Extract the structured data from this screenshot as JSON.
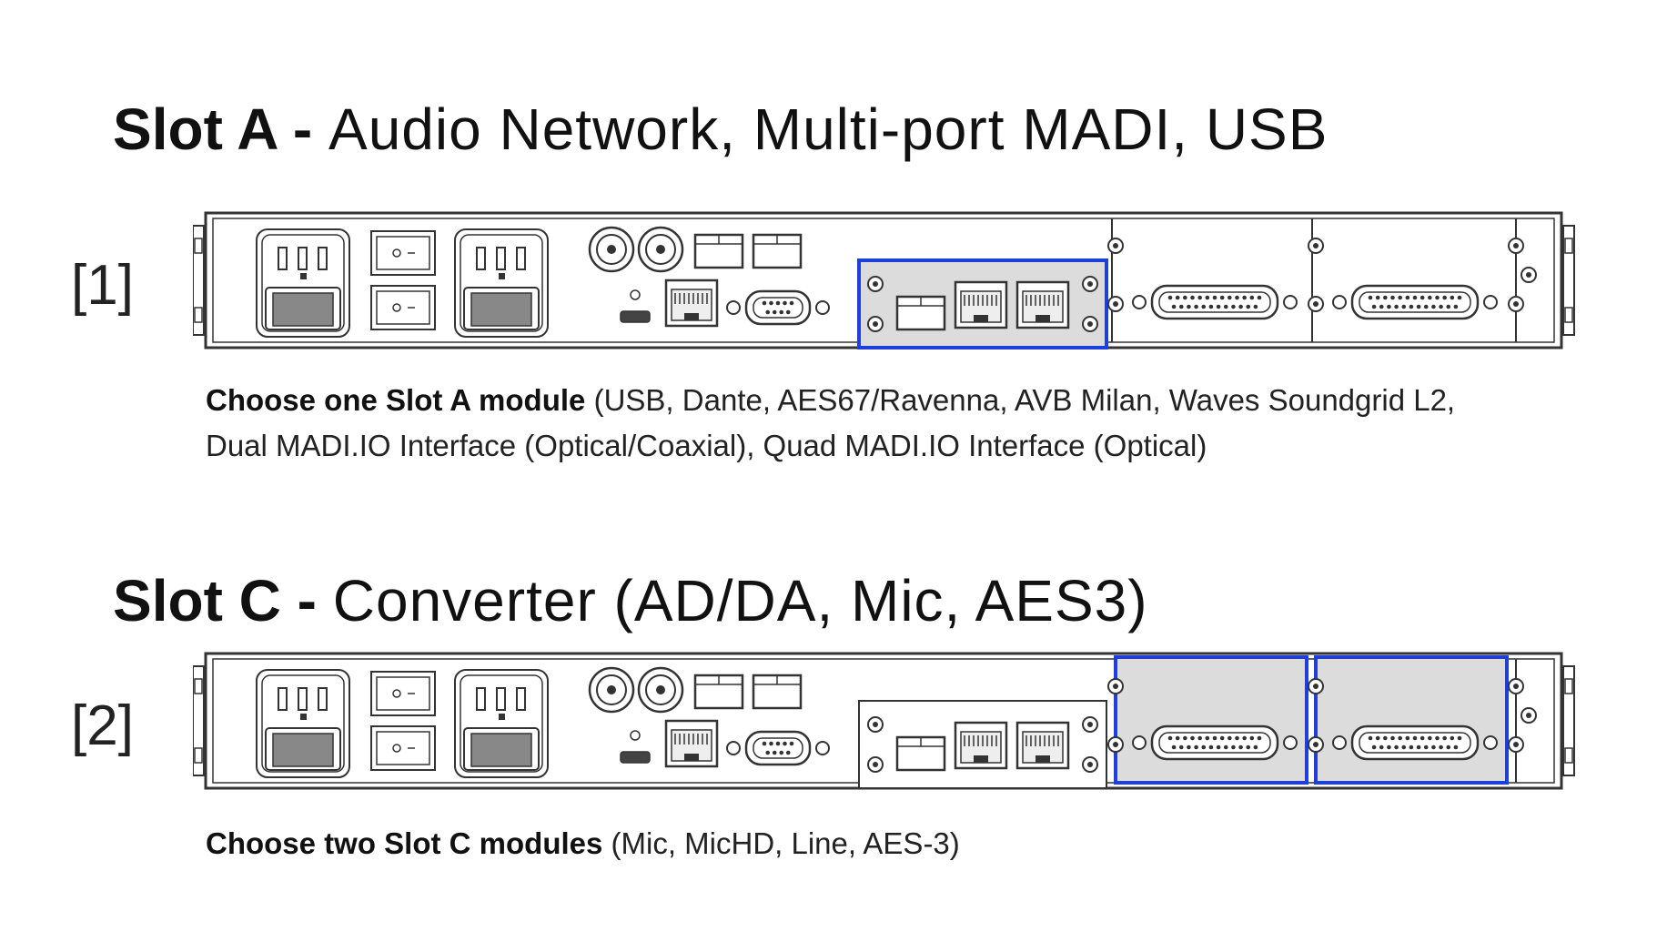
{
  "section_a": {
    "title_bold": "Slot A -",
    "title_rest": "Audio Network, Multi-port MADI, USB",
    "number": "[1]",
    "caption_bold": "Choose one Slot A module",
    "caption_line1": "(USB, Dante, AES67/Ravenna, AVB Milan, Waves Soundgrid L2,",
    "caption_line2": "Dual MADI.IO Interface (Optical/Coaxial), Quad MADI.IO Interface (Optical)"
  },
  "section_c": {
    "title_bold": "Slot C -",
    "title_rest": "Converter (AD/DA, Mic, AES3)",
    "number": "[2]",
    "caption_bold": "Choose two Slot C modules",
    "caption_rest": "(Mic, MicHD, Line, AES-3)"
  },
  "colors": {
    "highlight": "#1f3fd6",
    "module_fill": "#dcdcdc",
    "outline": "#333333"
  }
}
